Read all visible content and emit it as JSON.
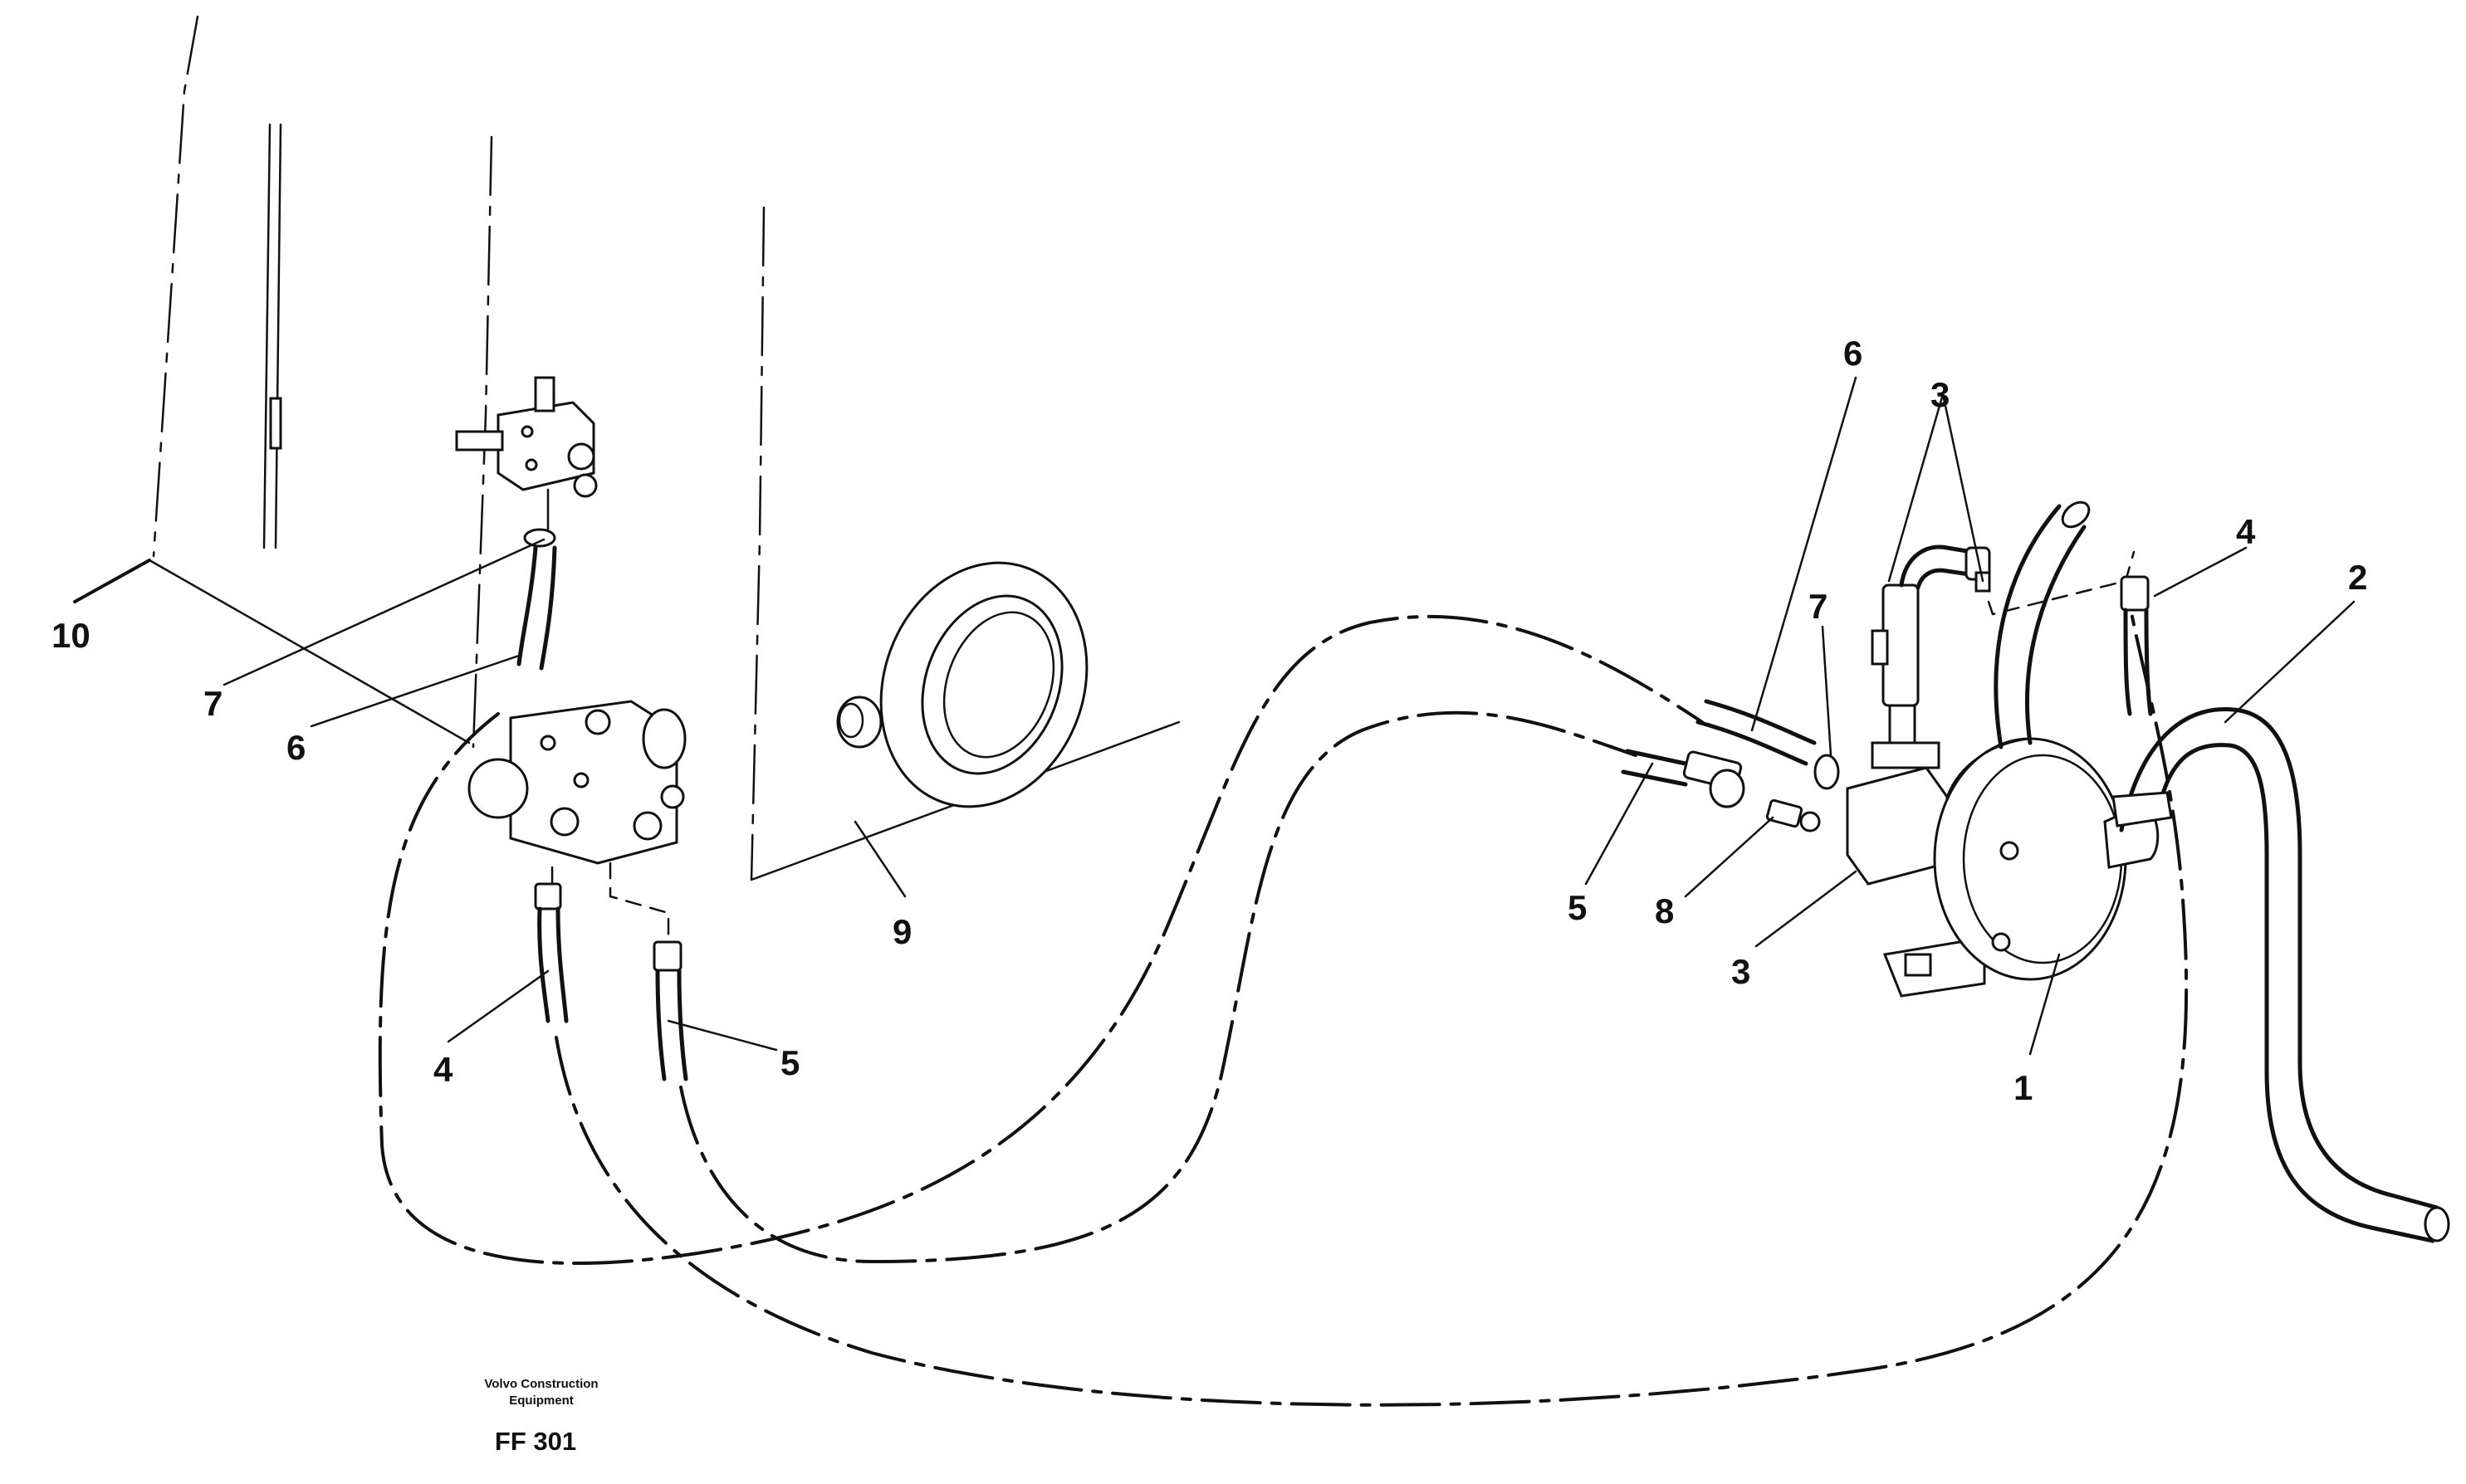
{
  "callouts": {
    "c10": "10",
    "c7_left": "7",
    "c6_left": "6",
    "c4_left": "4",
    "c5_left": "5",
    "c9": "9",
    "c6_right": "6",
    "c3_top": "3",
    "c7_right": "7",
    "c4_right": "4",
    "c2": "2",
    "c5_right": "5",
    "c8": "8",
    "c3_bottom": "3",
    "c1": "1"
  },
  "credit": {
    "line1": "Volvo Construction",
    "line2": "Equipment",
    "code": "FF 301"
  }
}
